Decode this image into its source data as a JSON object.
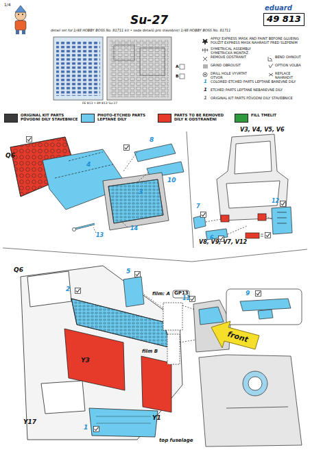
{
  "diagram": {
    "title": "Su-27",
    "nodes": [
      {
        "text": [
          "49 813"
        ]
      },
      {
        "text": [
          "front"
        ]
      }
    ],
    "labels": [
      "1/4",
      "detail set for 1/48 HOBBY BOSS No. 81711 kit • sada detailů pro stavebnici 1/48 HOBBY BOSS No. 81711",
      "eduard",
      "FE 813 • 49 813 Su-27",
      "A",
      "B",
      "1",
      "1",
      "1",
      "Q6",
      "4",
      "8",
      "10",
      "3",
      "14",
      "13",
      "V3, V4, V5, V6",
      "7",
      "12",
      "V8, V9, V7, V12",
      "6",
      "Q6",
      "2",
      "Y3",
      "Y1",
      "Y17",
      "1",
      "5",
      "film: A",
      "GP13",
      "11",
      "film B",
      "9",
      "top fuselage"
    ],
    "legend": [
      {
        "text": "APPLY EXPRESS MASK AND PAINT BEFORE GLUEING POUŽIT EXPRESS MASK NAHRASIT PRED SLEPENÍM"
      },
      {
        "text": "SYMETRICAL ASSEMBLY SYMETRICKÁ MONTÁŽ"
      },
      {
        "text": "REMOVE ODSTRANIT"
      },
      {
        "text": "BEND OHNOUT"
      },
      {
        "text": "GRIND OBROUSIT"
      },
      {
        "text": "OPTION VOLBA"
      },
      {
        "text": "DRILL HOLE VYVRTAT OTVOR"
      },
      {
        "text": "REPLACE NAHRADIT"
      },
      {
        "text": "COLORED ETCHED PARTS LEPTANÉ BAREVNÉ DÍLY"
      },
      {
        "text": "ETCHED PARTS LEPTANÉ NEBAREVNÉ DÍLY"
      },
      {
        "text": "ORIGINAL KIT PARTS PŮVODNÍ DÍLY STAVEBNICE"
      },
      {
        "text": "ORIGINAL KIT PARTS PŮVODNÍ DÍLY STAVEBNICE",
        "color": "#3a3a3a"
      },
      {
        "text": "PHOTO-ETCHED PARTS LEPTANÉ DÍLY",
        "color": "#6ccbef"
      },
      {
        "text": "PARTS TO BE REMOVED DÍLY K ODSTRANĚNÍ",
        "color": "#e63a2b"
      },
      {
        "text": "FILL TMELIT",
        "color": "#2f9a3c"
      }
    ]
  }
}
